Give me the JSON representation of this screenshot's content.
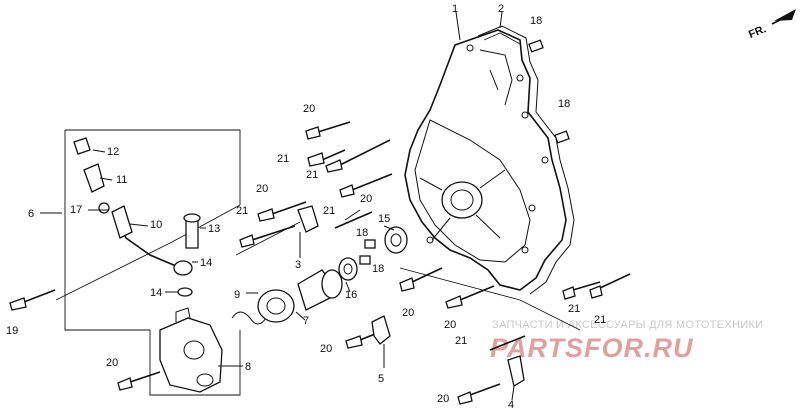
{
  "watermark": {
    "line1": "ЗАПЧАСТИ И АКСЕССУАРЫ ДЛЯ МОТОТЕХНИКИ",
    "line2": "PARTSFOR.RU"
  },
  "direction": {
    "text": "FR."
  },
  "callouts": [
    {
      "id": "c1",
      "text": "1"
    },
    {
      "id": "c2",
      "text": "2"
    },
    {
      "id": "c18a",
      "text": "18"
    },
    {
      "id": "c18b",
      "text": "18"
    },
    {
      "id": "c20a",
      "text": "20"
    },
    {
      "id": "c21a",
      "text": "21"
    },
    {
      "id": "c21b",
      "text": "21"
    },
    {
      "id": "c20b",
      "text": "20"
    },
    {
      "id": "c20c",
      "text": "20"
    },
    {
      "id": "c21c",
      "text": "21"
    },
    {
      "id": "c21d",
      "text": "21"
    },
    {
      "id": "c12",
      "text": "12"
    },
    {
      "id": "c11",
      "text": "11"
    },
    {
      "id": "c6",
      "text": "6"
    },
    {
      "id": "c17",
      "text": "17"
    },
    {
      "id": "c10",
      "text": "10"
    },
    {
      "id": "c13",
      "text": "13"
    },
    {
      "id": "c14a",
      "text": "14"
    },
    {
      "id": "c14b",
      "text": "14"
    },
    {
      "id": "c19",
      "text": "19"
    },
    {
      "id": "c3",
      "text": "3"
    },
    {
      "id": "c15",
      "text": "15"
    },
    {
      "id": "c18c",
      "text": "18"
    },
    {
      "id": "c18d",
      "text": "18"
    },
    {
      "id": "c9",
      "text": "9"
    },
    {
      "id": "c16",
      "text": "16"
    },
    {
      "id": "c7",
      "text": "7"
    },
    {
      "id": "c8",
      "text": "8"
    },
    {
      "id": "c20d",
      "text": "20"
    },
    {
      "id": "c20e",
      "text": "20"
    },
    {
      "id": "c5",
      "text": "5"
    },
    {
      "id": "c20f",
      "text": "20"
    },
    {
      "id": "c20g",
      "text": "20"
    },
    {
      "id": "c21e",
      "text": "21"
    },
    {
      "id": "c21f",
      "text": "21"
    },
    {
      "id": "c21g",
      "text": "21"
    },
    {
      "id": "c20h",
      "text": "20"
    },
    {
      "id": "c4",
      "text": "4"
    }
  ]
}
